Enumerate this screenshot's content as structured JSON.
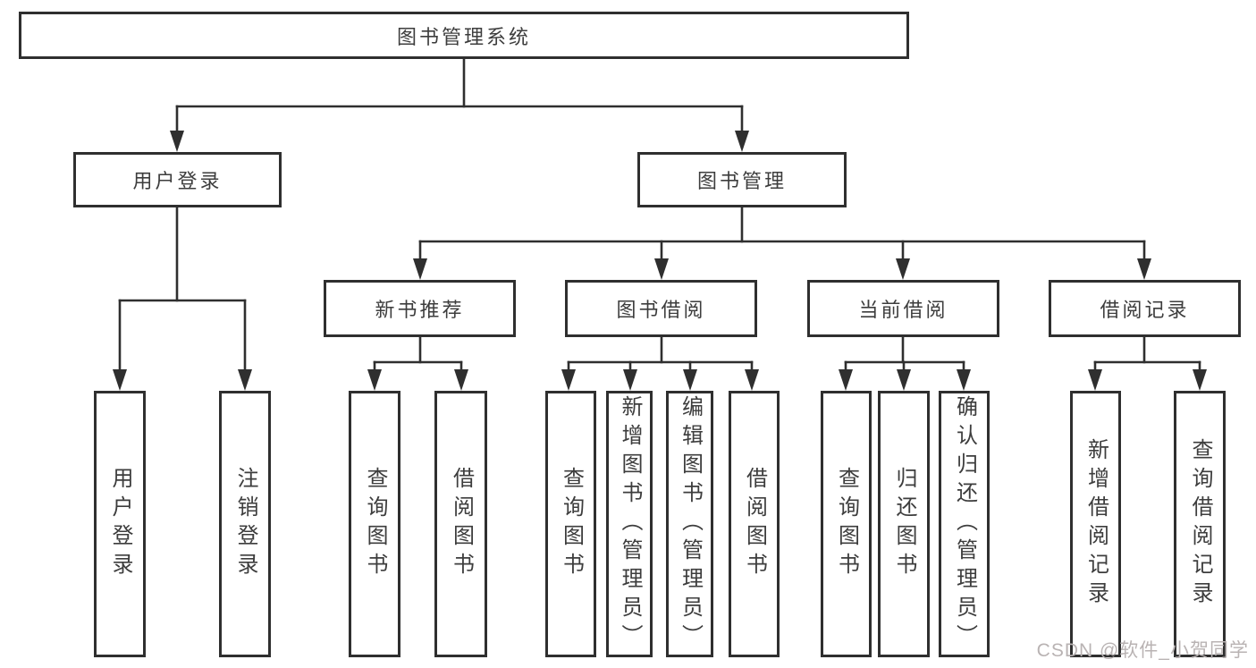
{
  "tree": {
    "root": {
      "label": "图书管理系统",
      "children": [
        {
          "label": "用户登录",
          "children": [
            {
              "label": "用户登录"
            },
            {
              "label": "注销登录"
            }
          ]
        },
        {
          "label": "图书管理",
          "children": [
            {
              "label": "新书推荐",
              "children": [
                {
                  "label": "查询图书"
                },
                {
                  "label": "借阅图书"
                }
              ]
            },
            {
              "label": "图书借阅",
              "children": [
                {
                  "label": "查询图书"
                },
                {
                  "label": "新增图书（管理员）"
                },
                {
                  "label": "编辑图书（管理员）"
                },
                {
                  "label": "借阅图书"
                }
              ]
            },
            {
              "label": "当前借阅",
              "children": [
                {
                  "label": "查询图书"
                },
                {
                  "label": "归还图书"
                },
                {
                  "label": "确认归还（管理员）"
                }
              ]
            },
            {
              "label": "借阅记录",
              "children": [
                {
                  "label": "新增借阅记录"
                },
                {
                  "label": "查询借阅记录"
                }
              ]
            }
          ]
        }
      ]
    }
  },
  "watermark": "CSDN @软件_小贺同学",
  "colors": {
    "line": "#2f2f2f",
    "text": "#3d3d3d",
    "watermark": "#b9b3b3",
    "background": "#ffffff"
  }
}
